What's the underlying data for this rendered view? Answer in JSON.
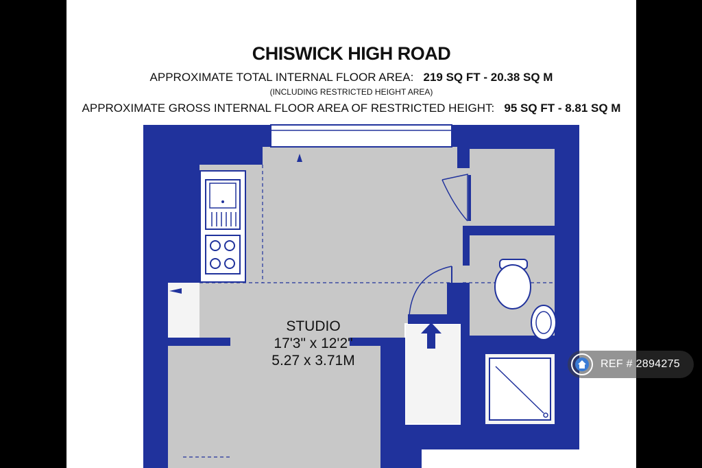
{
  "header": {
    "title": "CHISWICK HIGH ROAD",
    "total_area_label": "APPROXIMATE TOTAL INTERNAL FLOOR AREA:",
    "total_area_value": "219 SQ FT  -  20.38 SQ M",
    "restricted_note": "(INCLUDING RESTRICTED HEIGHT AREA)",
    "restricted_area_label": "APPROXIMATE GROSS INTERNAL FLOOR AREA OF RESTRICTED HEIGHT:",
    "restricted_area_value": "95 SQ FT  -  8.81 SQ M"
  },
  "room": {
    "name": "STUDIO",
    "dims_imperial": "17'3\" x 12'2\"",
    "dims_metric": "5.27 x 3.71M"
  },
  "ref_badge": {
    "text": "REF # 2894275",
    "icon": "home-icon"
  },
  "colors": {
    "wall": "#20329c",
    "floor": "#c8c8c8",
    "paper": "#ffffff",
    "background": "#000000"
  }
}
